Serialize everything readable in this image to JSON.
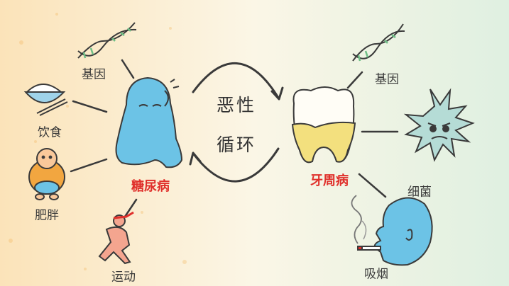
{
  "center": {
    "line1": "恶性",
    "line2": "循环"
  },
  "left": {
    "disease": "糖尿病",
    "factors": {
      "gene": "基因",
      "diet": "饮食",
      "obesity": "肥胖",
      "exercise": "运动"
    }
  },
  "right": {
    "disease": "牙周病",
    "factors": {
      "gene": "基因",
      "bacteria": "细菌",
      "smoking": "吸烟"
    }
  },
  "icons": [
    "dna-icon",
    "rice-bowl-icon",
    "chubby-kid-icon",
    "runner-icon",
    "worried-person-icon",
    "tooth-icon",
    "germ-icon",
    "smoker-head-icon"
  ],
  "colors": {
    "disease_label": "#e0302b",
    "person": "#6cc3e6",
    "germ": "#b5dcd6",
    "tooth_tartar": "#f3e07e"
  }
}
